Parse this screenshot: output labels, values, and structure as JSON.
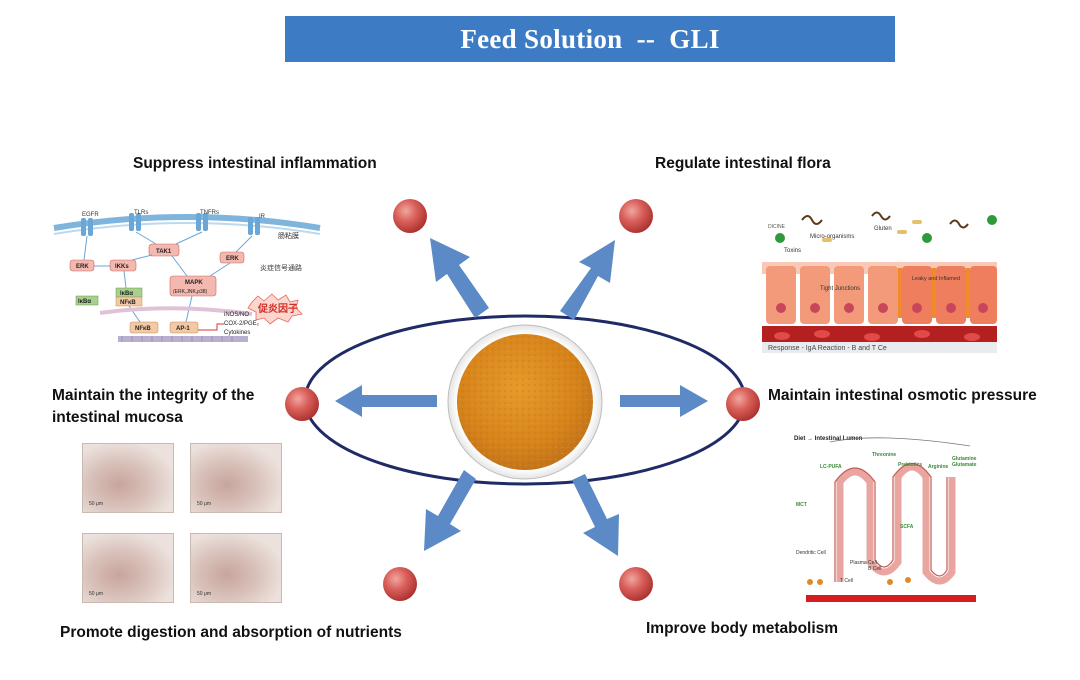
{
  "title": "Feed Solution  --  GLI",
  "benefits": {
    "top_left": "Suppress intestinal inflammation",
    "top_right": "Regulate intestinal flora",
    "mid_left_line1": "Maintain the integrity of the",
    "mid_left_line2": "intestinal mucosa",
    "mid_right": "Maintain intestinal osmotic pressure",
    "bottom_left": "Promote digestion and absorption of nutrients",
    "bottom_right": "Improve body metabolism"
  },
  "pathway": {
    "receptors": [
      "EGFR",
      "TLRs",
      "TNFRs",
      "IR"
    ],
    "membrane_label": "肠粘膜",
    "signal_label": "炎症信号通路",
    "nodes": [
      "ERK",
      "IKKs",
      "TAK1",
      "ERK",
      "IκBα",
      "NFκB",
      "IκBα",
      "MAPK",
      "(ERK,JNK,p38)",
      "NFκB",
      "AP-1"
    ],
    "outputs": [
      "iNOS/NO",
      "COX-2/PGE₂",
      "Cytokines"
    ],
    "factor_badge": "促炎因子"
  },
  "flora": {
    "labels": [
      "Micro-organisms",
      "Gluten",
      "Toxins",
      "Tight Junctions",
      "Leaky and Inflamed"
    ],
    "response_text": "Response - IgA Reaction - B and T Ce"
  },
  "histology": {
    "scale_labels": [
      "50 μm",
      "50 μm",
      "50 μm",
      "50 μm"
    ]
  },
  "metabolism": {
    "header": "Diet → Intestinal Lumen",
    "labels": [
      "LC-PUFA",
      "Threonine",
      "Prebiotics",
      "Arginine",
      "Glutamine",
      "Glutamate",
      "MCT",
      "SCFA",
      "Dendritic Cell",
      "T Cell",
      "B Cell",
      "Plasma Cell"
    ]
  },
  "colors": {
    "banner": "#3d7cc4",
    "arrow": "#5b8ac6",
    "node": "#c7413f",
    "ellipse": "#1f2a66",
    "powder": "#d9891c"
  }
}
